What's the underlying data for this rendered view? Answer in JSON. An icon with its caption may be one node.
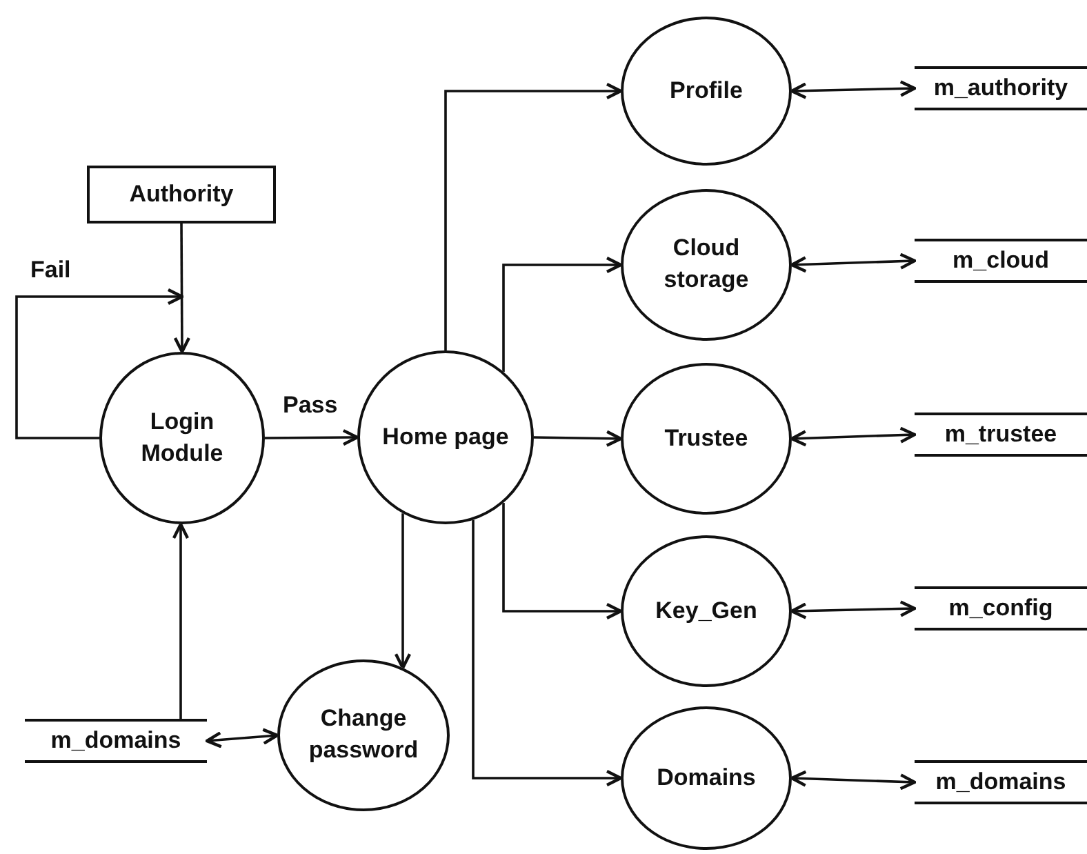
{
  "diagram": {
    "nodes": [
      {
        "text": [
          "Authority"
        ]
      },
      {
        "text": [
          "Login Module"
        ]
      },
      {
        "text": [
          "Home page"
        ]
      },
      {
        "text": [
          "Profile"
        ]
      },
      {
        "text": [
          "Cloud storage"
        ]
      },
      {
        "text": [
          "Trustee"
        ]
      },
      {
        "text": [
          "Key_Gen"
        ]
      },
      {
        "text": [
          "Domains"
        ]
      },
      {
        "text": [
          "Change password"
        ]
      },
      {
        "text": [
          "m_authority"
        ]
      },
      {
        "text": [
          "m_cloud"
        ]
      },
      {
        "text": [
          "m_trustee"
        ]
      },
      {
        "text": [
          "m_config"
        ]
      },
      {
        "text": [
          "m_domains"
        ]
      },
      {
        "text": [
          "m_domains"
        ]
      }
    ],
    "edges": [
      {
        "from": 0,
        "to": 1,
        "arrow": "to"
      },
      {
        "from": 1,
        "to": 1,
        "arrow": "to",
        "label": "Fail"
      },
      {
        "from": 1,
        "to": 2,
        "arrow": "to",
        "label": "Pass"
      },
      {
        "from": 2,
        "to": 3,
        "arrow": "to"
      },
      {
        "from": 2,
        "to": 4,
        "arrow": "to"
      },
      {
        "from": 2,
        "to": 5,
        "arrow": "to"
      },
      {
        "from": 2,
        "to": 6,
        "arrow": "to"
      },
      {
        "from": 2,
        "to": 7,
        "arrow": "to"
      },
      {
        "from": 2,
        "to": 8,
        "arrow": "to"
      },
      {
        "from": 14,
        "to": 1,
        "arrow": "to"
      },
      {
        "from": 14,
        "to": 8,
        "arrow": "both"
      },
      {
        "from": 3,
        "to": 9,
        "arrow": "both"
      },
      {
        "from": 4,
        "to": 10,
        "arrow": "both"
      },
      {
        "from": 5,
        "to": 11,
        "arrow": "both"
      },
      {
        "from": 6,
        "to": 12,
        "arrow": "both"
      },
      {
        "from": 7,
        "to": 13,
        "arrow": "both"
      }
    ]
  }
}
